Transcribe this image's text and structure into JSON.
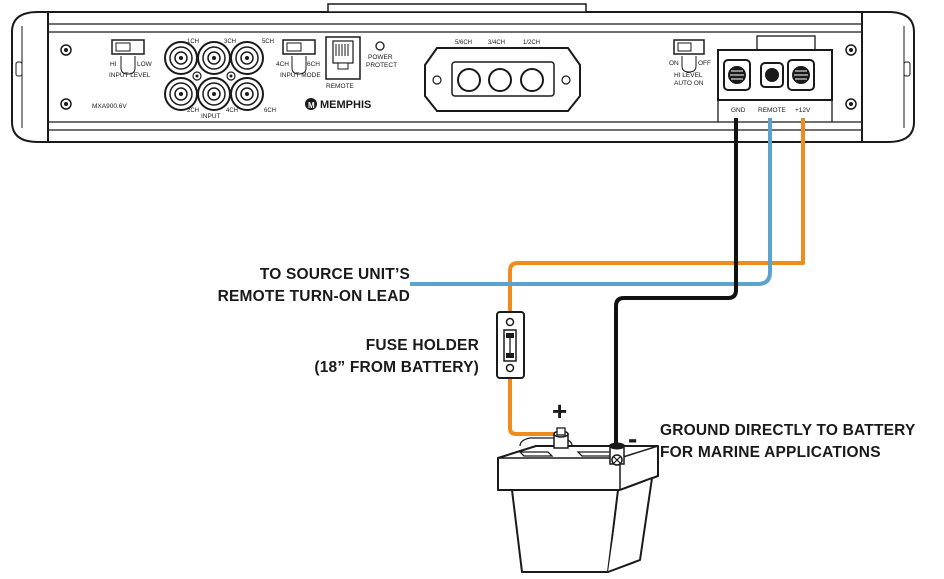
{
  "amplifier": {
    "model": "MXA900.6V",
    "brand": "MEMPHIS",
    "input_level": {
      "hi": "HI",
      "low": "LOW",
      "label": "INPUT LEVEL"
    },
    "input": {
      "label": "INPUT",
      "ch1": "1CH",
      "ch2": "2CH",
      "ch3": "3CH",
      "ch4": "4CH",
      "ch5": "5CH",
      "ch6": "6CH"
    },
    "input_mode": {
      "ch4": "4CH",
      "ch6": "6CH",
      "label": "INPUT MODE"
    },
    "remote_port": "REMOTE",
    "power_protect": {
      "line1": "POWER",
      "line2": "PROTECT"
    },
    "speaker_output": {
      "ch56": "5/6CH",
      "ch34": "3/4CH",
      "ch12": "1/2CH"
    },
    "hi_level_auto_on": {
      "on": "ON",
      "off": "OFF",
      "line1": "HI LEVEL",
      "line2": "AUTO ON"
    },
    "power_terminals": {
      "gnd": "GND",
      "remote": "REMOTE",
      "plus12": "+12V"
    }
  },
  "callouts": {
    "source_line1": "TO SOURCE UNIT’S",
    "source_line2": "REMOTE TURN-ON LEAD",
    "fuse_line1": "FUSE HOLDER",
    "fuse_line2": "(18” FROM BATTERY)",
    "ground_line1": "GROUND DIRECTLY TO BATTERY",
    "ground_line2": "FOR MARINE APPLICATIONS"
  },
  "battery": {
    "positive": "+",
    "negative": "-"
  },
  "colors": {
    "power_wire": "#f08c1e",
    "remote_wire": "#5ba3cf",
    "ground_wire": "#111111",
    "line": "#1a1a1a"
  }
}
